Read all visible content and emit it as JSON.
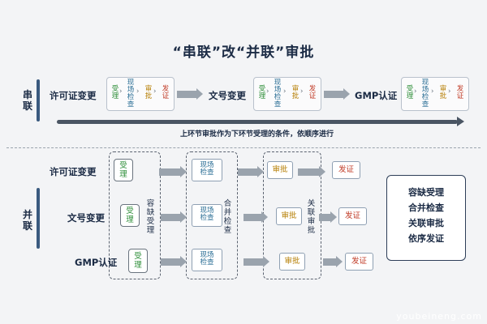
{
  "title": "“串联”改“并联”审批",
  "serial": {
    "label": "串联",
    "caption": "上环节审批作为下环节受理的条件，依顺序进行",
    "groups": [
      {
        "name": "许可证变更",
        "steps": [
          "受理",
          "现场检查",
          "审批",
          "发证"
        ]
      },
      {
        "name": "文号变更",
        "steps": [
          "受理",
          "现场检查",
          "审批",
          "发证"
        ]
      },
      {
        "name": "GMP认证",
        "steps": [
          "受理",
          "现场检查",
          "审批",
          "发证"
        ]
      }
    ]
  },
  "parallel": {
    "label": "并联",
    "rows": [
      {
        "name": "许可证变更",
        "accept": "受理",
        "inspect": "现场检查",
        "approve": "审批",
        "issue": "发证"
      },
      {
        "name": "文号变更",
        "accept": "受理",
        "inspect": "现场检查",
        "approve": "审批",
        "issue": "发证"
      },
      {
        "name": "GMP认证",
        "accept": "受理",
        "inspect": "现场检查",
        "approve": "审批",
        "issue": "发证"
      }
    ],
    "columns": [
      "容缺受理",
      "合并检查",
      "关联审批"
    ],
    "summary": [
      "容缺受理",
      "合并检查",
      "关联审批",
      "依序发证"
    ]
  },
  "watermark": "youbeineng.com",
  "colors": {
    "accent": "#1b2b45",
    "green": "#2f8f3a",
    "teal": "#2a6e95",
    "gold": "#b57d00",
    "red": "#c03a25"
  }
}
